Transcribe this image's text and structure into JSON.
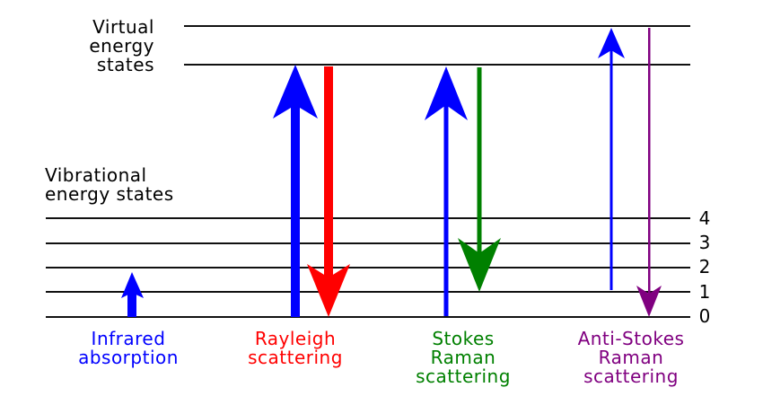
{
  "virtual_label": [
    "Virtual",
    "energy",
    "states"
  ],
  "vibrational_label": [
    "Vibrational",
    "energy states"
  ],
  "levels": [
    "0",
    "1",
    "2",
    "3",
    "4"
  ],
  "processes": [
    {
      "name": "infrared",
      "lines": [
        "Infrared",
        "absorption"
      ],
      "color": "#0000ff"
    },
    {
      "name": "rayleigh",
      "lines": [
        "Rayleigh",
        "scattering"
      ],
      "color": "#ff0000"
    },
    {
      "name": "stokes",
      "lines": [
        "Stokes",
        "Raman",
        "scattering"
      ],
      "color": "#008000"
    },
    {
      "name": "anti-stokes",
      "lines": [
        "Anti-Stokes",
        "Raman",
        "scattering"
      ],
      "color": "#800080"
    }
  ]
}
